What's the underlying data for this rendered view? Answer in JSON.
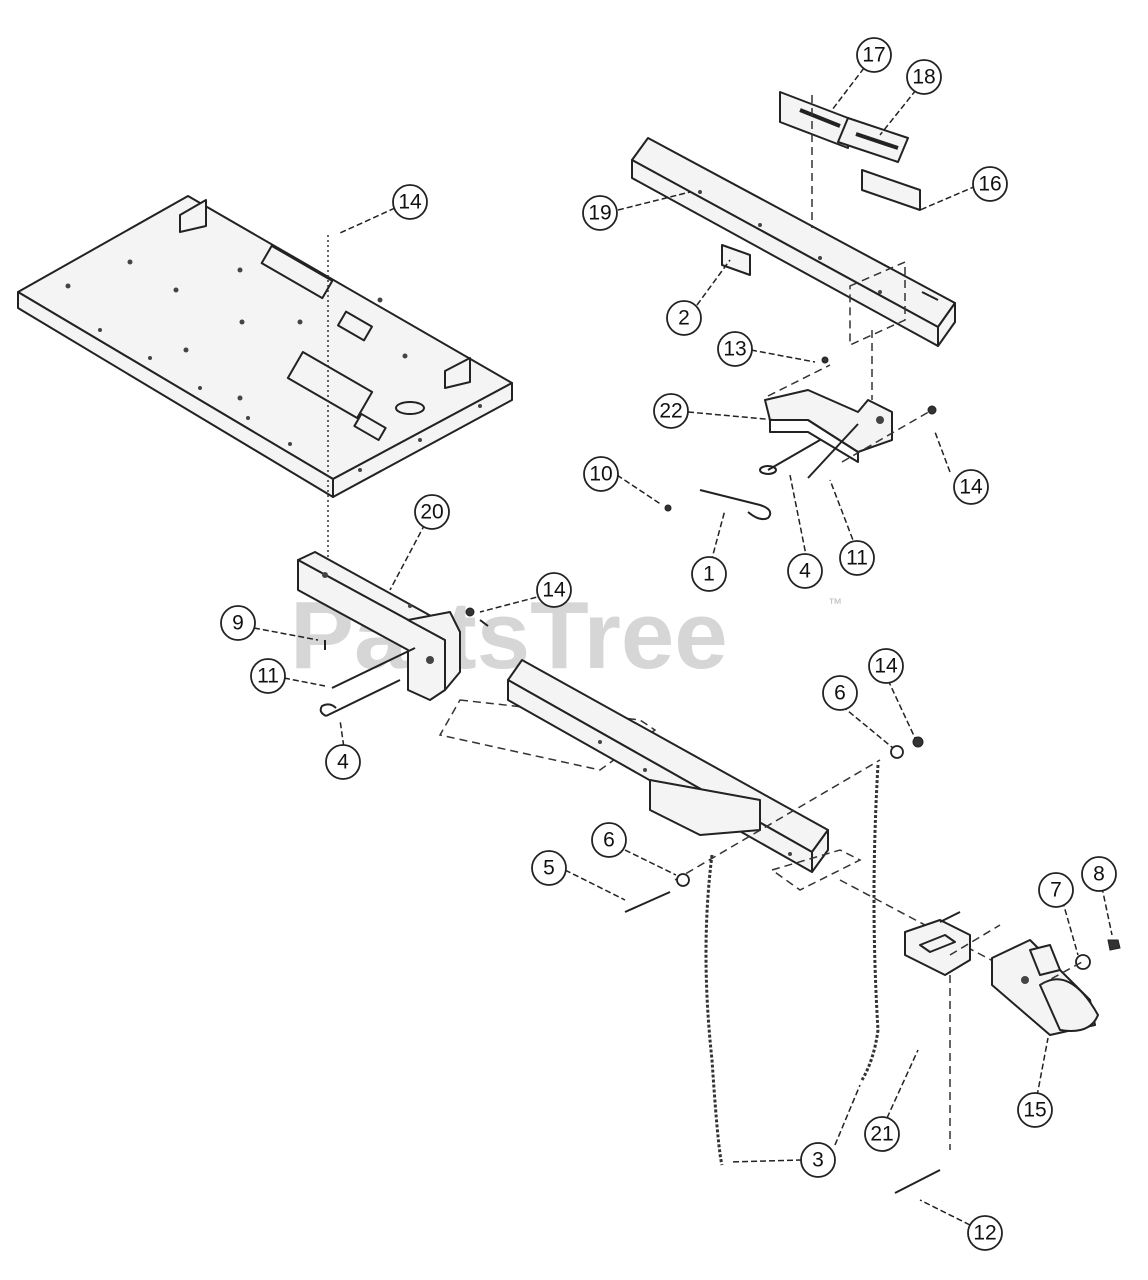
{
  "watermark": {
    "text": "PartsTree",
    "trademark": "™"
  },
  "callouts": [
    "17",
    "18",
    "16",
    "19",
    "2",
    "14",
    "13",
    "22",
    "10",
    "14",
    "1",
    "4",
    "11",
    "20",
    "14",
    "9",
    "11",
    "4",
    "14",
    "6",
    "6",
    "5",
    "3",
    "7",
    "8",
    "21",
    "15",
    "12"
  ]
}
